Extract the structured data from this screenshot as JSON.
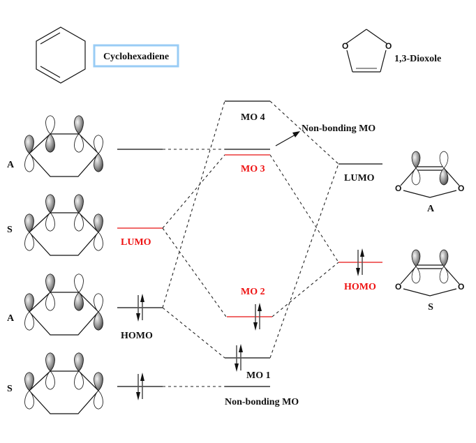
{
  "molecules": {
    "left_name": "Cyclohexadiene",
    "right_name": "1,3-Dioxole",
    "label_box_color": "#99ccf5",
    "oxygen_symbol": "O"
  },
  "left_orbitals": [
    {
      "symmetry": "A",
      "level_label": "",
      "color": "gray",
      "electrons": 0
    },
    {
      "symmetry": "S",
      "level_label": "LUMO",
      "color": "red",
      "electrons": 0
    },
    {
      "symmetry": "A",
      "level_label": "HOMO",
      "color": "gray",
      "electrons": 2
    },
    {
      "symmetry": "S",
      "level_label": "",
      "color": "gray",
      "electrons": 2
    }
  ],
  "center_orbitals": {
    "mo4": "MO 4",
    "mo3": "MO 3",
    "mo2": "MO 2",
    "mo1": "MO 1",
    "nonbonding_top": "Non-bonding MO",
    "nonbonding_bottom": "Non-bonding MO"
  },
  "right_orbitals": [
    {
      "symmetry": "A",
      "level_label": "LUMO",
      "color": "gray",
      "electrons": 0
    },
    {
      "symmetry": "S",
      "level_label": "HOMO",
      "color": "red",
      "electrons": 2
    }
  ],
  "colors": {
    "highlight": "#ee1111",
    "level_gray": "#666666",
    "level_red": "#f06a6a"
  }
}
